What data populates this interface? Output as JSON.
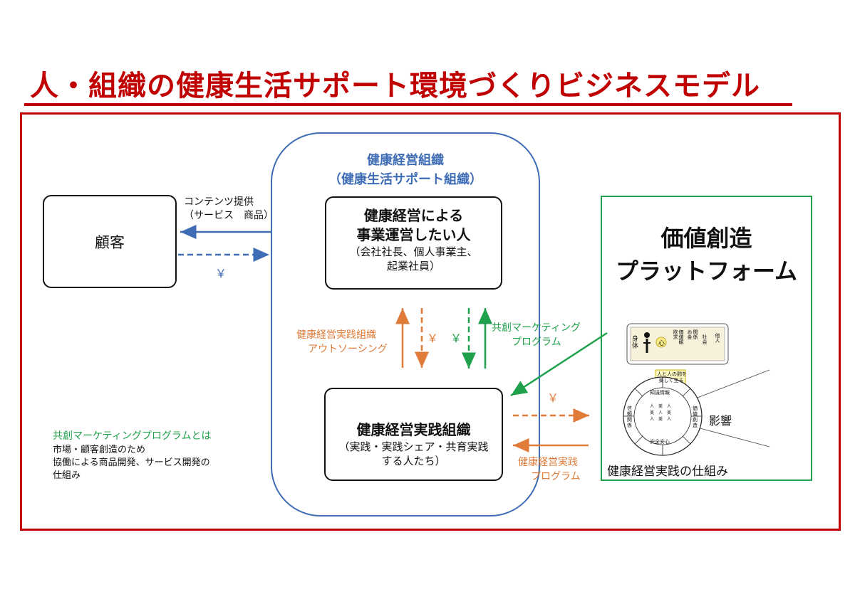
{
  "title": "人・組織の健康生活サポート環境づくりビジネスモデル",
  "customer": {
    "label": "顧客"
  },
  "content_flow": {
    "line1": "コンテンツ提供",
    "line2": "（サービス　商品）",
    "yen": "￥"
  },
  "org": {
    "title_line1": "健康経営組織",
    "title_line2": "（健康生活サポート組織）",
    "entrepreneur": {
      "title_line1": "健康経営による",
      "title_line2": "事業運営したい人",
      "sub_line1": "（会社社長、個人事業主、",
      "sub_line2": "起業社員）"
    },
    "practice": {
      "title": "健康経営実践組織",
      "sub_line1": "（実践・実践シェア・共育実践",
      "sub_line2": "する人たち）"
    }
  },
  "outsourcing": {
    "line1": "健康経営実践組織",
    "line2": "アウトソーシング",
    "yen": "￥"
  },
  "cocreation_flow": {
    "line1": "共創マーケティング",
    "line2": "プログラム",
    "yen": "￥"
  },
  "practice_flow": {
    "yen": "￥",
    "line1": "健康経営実践",
    "line2": "プログラム"
  },
  "platform": {
    "title_line1": "価値創造",
    "title_line2": "プラットフォーム",
    "caption": "健康経営実践の仕組み",
    "influence": "影響",
    "value_bar": {
      "body": "身体",
      "heart": "心",
      "values": "価値観\n欲求",
      "relation": "関係\nお金",
      "society": "社会",
      "other": "他人"
    },
    "callout": "人と人の間を\n楽しく生る",
    "circle": {
      "top": "知識情報",
      "left": "信頼関係",
      "right": "価値創造",
      "bottom": "安全安心",
      "inner_char": "人",
      "inner_alt": "美"
    }
  },
  "definition": {
    "title": "共創マーケティングプログラムとは",
    "line1": "市場・顧客創造のため",
    "line2": "協働による商品開発、サービス開発の",
    "line3": "仕組み"
  },
  "colors": {
    "red": "#c00000",
    "blue": "#3e6db5",
    "green": "#1fa04a",
    "orange": "#e07b39"
  }
}
